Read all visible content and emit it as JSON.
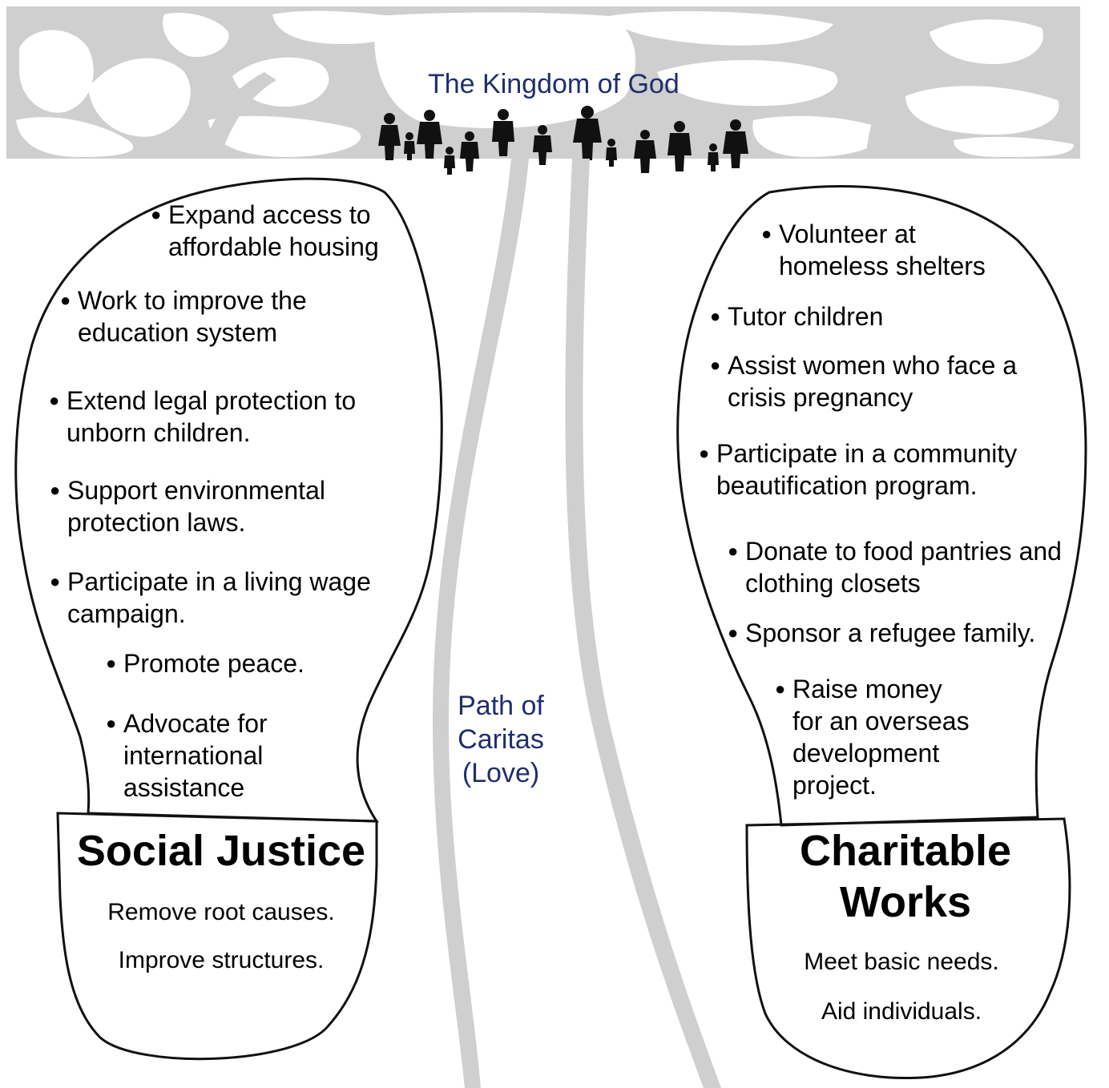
{
  "title": "The Kingdom of God",
  "path_label": "Path of Caritas (Love)",
  "left": {
    "heading": "Social Justice",
    "subtitles": [
      "Remove root causes.",
      "Improve structures."
    ],
    "bullets": [
      "Expand access to affordable housing",
      "Work to improve the education system",
      "Extend legal protection to unborn children.",
      "Support environmental protection laws.",
      "Participate in a living wage campaign.",
      "Promote peace.",
      "Advocate for international assistance"
    ]
  },
  "right": {
    "heading": "Charitable Works",
    "subtitles": [
      "Meet basic needs.",
      "Aid individuals."
    ],
    "bullets": [
      "Volunteer at homeless shelters",
      "Tutor children",
      "Assist women who face a crisis pregnancy",
      "Participate in a community beautification program.",
      "Donate to food pantries and clothing closets",
      "Sponsor a refugee family.",
      "Raise money for an overseas development project."
    ]
  },
  "colors": {
    "title": "#1f2e6e",
    "band": "#cfcfcf",
    "outline": "#111111"
  },
  "icons": [
    "tree-silhouette",
    "family-figures",
    "footprint-outline"
  ]
}
